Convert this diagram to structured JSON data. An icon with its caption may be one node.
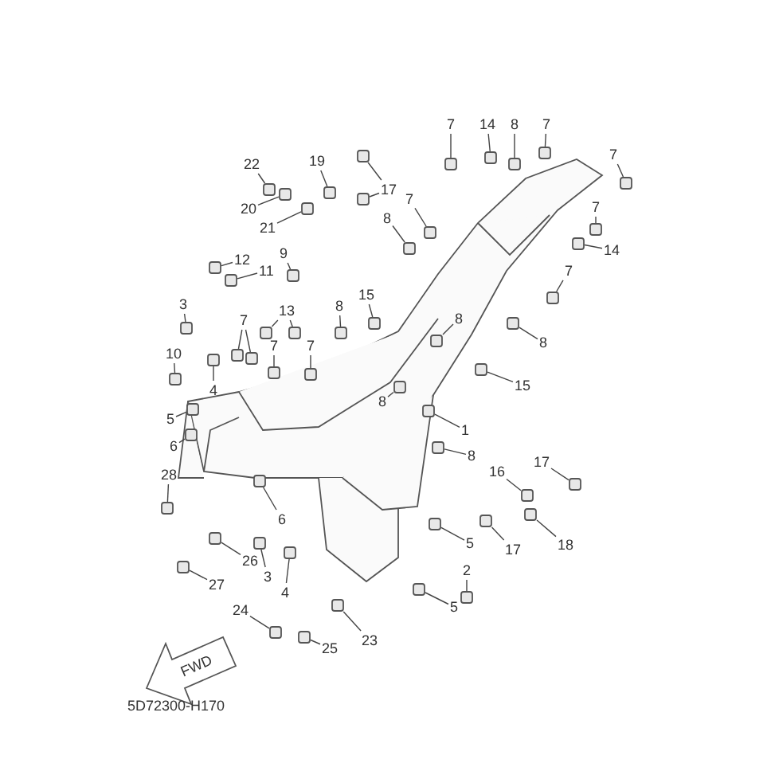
{
  "diagram": {
    "nodes": [
      {
        "text": [
          "7"
        ]
      },
      {
        "text": [
          "14"
        ]
      },
      {
        "text": [
          "8"
        ]
      },
      {
        "text": [
          "7"
        ]
      },
      {
        "text": [
          "22"
        ]
      },
      {
        "text": [
          "19"
        ]
      },
      {
        "text": [
          "7"
        ]
      },
      {
        "text": [
          "17"
        ]
      },
      {
        "text": [
          "20"
        ]
      },
      {
        "text": [
          "7"
        ]
      },
      {
        "text": [
          "7"
        ]
      },
      {
        "text": [
          "8"
        ]
      },
      {
        "text": [
          "21"
        ]
      },
      {
        "text": [
          "14"
        ]
      },
      {
        "text": [
          "9"
        ]
      },
      {
        "text": [
          "12"
        ]
      },
      {
        "text": [
          "11"
        ]
      },
      {
        "text": [
          "7"
        ]
      },
      {
        "text": [
          "15"
        ]
      },
      {
        "text": [
          "3"
        ]
      },
      {
        "text": [
          "13"
        ]
      },
      {
        "text": [
          "8"
        ]
      },
      {
        "text": [
          "8"
        ]
      },
      {
        "text": [
          "7"
        ]
      },
      {
        "text": [
          "7"
        ]
      },
      {
        "text": [
          "7"
        ]
      },
      {
        "text": [
          "8"
        ]
      },
      {
        "text": [
          "10"
        ]
      },
      {
        "text": [
          "15"
        ]
      },
      {
        "text": [
          "4"
        ]
      },
      {
        "text": [
          "8"
        ]
      },
      {
        "text": [
          "5"
        ]
      },
      {
        "text": [
          "1"
        ]
      },
      {
        "text": [
          "6"
        ]
      },
      {
        "text": [
          "8"
        ]
      },
      {
        "text": [
          "16"
        ]
      },
      {
        "text": [
          "17"
        ]
      },
      {
        "text": [
          "28"
        ]
      },
      {
        "text": [
          "6"
        ]
      },
      {
        "text": [
          "5"
        ]
      },
      {
        "text": [
          "17"
        ]
      },
      {
        "text": [
          "18"
        ]
      },
      {
        "text": [
          "26"
        ]
      },
      {
        "text": [
          "2"
        ]
      },
      {
        "text": [
          "3"
        ]
      },
      {
        "text": [
          "27"
        ]
      },
      {
        "text": [
          "4"
        ]
      },
      {
        "text": [
          "5"
        ]
      },
      {
        "text": [
          "24"
        ]
      },
      {
        "text": [
          "25"
        ]
      },
      {
        "text": [
          "23"
        ]
      },
      {
        "text": [],
        "shape": "box"
      },
      {
        "text": [],
        "shape": "box"
      },
      {
        "text": [],
        "shape": "box"
      },
      {
        "text": [],
        "shape": "box"
      },
      {
        "text": [],
        "shape": "box"
      },
      {
        "text": [],
        "shape": "box"
      },
      {
        "text": [],
        "shape": "box"
      },
      {
        "text": [],
        "shape": "box"
      },
      {
        "text": [],
        "shape": "box"
      },
      {
        "text": [],
        "shape": "box"
      },
      {
        "text": [],
        "shape": "box"
      },
      {
        "text": [],
        "shape": "box"
      },
      {
        "text": [],
        "shape": "box"
      },
      {
        "text": [],
        "shape": "box"
      },
      {
        "text": [],
        "shape": "box"
      },
      {
        "text": [],
        "shape": "box"
      },
      {
        "text": [],
        "shape": "box"
      },
      {
        "text": [],
        "shape": "box"
      },
      {
        "text": [],
        "shape": "box"
      },
      {
        "text": [],
        "shape": "box"
      },
      {
        "text": [],
        "shape": "box"
      },
      {
        "text": [],
        "shape": "box"
      },
      {
        "text": [],
        "shape": "box"
      },
      {
        "text": [],
        "shape": "box"
      },
      {
        "text": [],
        "shape": "box"
      },
      {
        "text": [],
        "shape": "box"
      },
      {
        "text": [],
        "shape": "box"
      },
      {
        "text": [],
        "shape": "box"
      },
      {
        "text": [],
        "shape": "box"
      },
      {
        "text": [],
        "shape": "box"
      },
      {
        "text": [],
        "shape": "box"
      },
      {
        "text": [],
        "shape": "box"
      },
      {
        "text": [],
        "shape": "box"
      },
      {
        "text": [],
        "shape": "box"
      },
      {
        "text": [],
        "shape": "box"
      },
      {
        "text": [],
        "shape": "box"
      },
      {
        "text": [],
        "shape": "box"
      },
      {
        "text": [],
        "shape": "box"
      },
      {
        "text": [],
        "shape": "box"
      },
      {
        "text": [],
        "shape": "box"
      },
      {
        "text": [],
        "shape": "box"
      },
      {
        "text": [],
        "shape": "box"
      },
      {
        "text": [],
        "shape": "box"
      },
      {
        "text": [],
        "shape": "box"
      },
      {
        "text": [],
        "shape": "box"
      },
      {
        "text": [],
        "shape": "box"
      },
      {
        "text": [],
        "shape": "box"
      },
      {
        "text": [],
        "shape": "box"
      },
      {
        "text": [],
        "shape": "box"
      },
      {
        "text": [],
        "shape": "box"
      },
      {
        "text": [],
        "shape": "box"
      },
      {
        "text": [],
        "shape": "box"
      },
      {
        "text": [],
        "shape": "box"
      },
      {
        "text": [],
        "shape": "box"
      }
    ],
    "edges": [
      {
        "from": 0,
        "to": 51,
        "arrow": "none"
      },
      {
        "from": 1,
        "to": 52,
        "arrow": "none"
      },
      {
        "from": 2,
        "to": 53,
        "arrow": "none"
      },
      {
        "from": 3,
        "to": 54,
        "arrow": "none"
      },
      {
        "from": 4,
        "to": 55,
        "arrow": "none"
      },
      {
        "from": 5,
        "to": 56,
        "arrow": "none"
      },
      {
        "from": 6,
        "to": 57,
        "arrow": "none"
      },
      {
        "from": 7,
        "to": 58,
        "arrow": "none"
      },
      {
        "from": 7,
        "to": 59,
        "arrow": "none"
      },
      {
        "from": 8,
        "to": 60,
        "arrow": "none"
      },
      {
        "from": 9,
        "to": 61,
        "arrow": "none"
      },
      {
        "from": 10,
        "to": 62,
        "arrow": "none"
      },
      {
        "from": 11,
        "to": 63,
        "arrow": "none"
      },
      {
        "from": 12,
        "to": 64,
        "arrow": "none"
      },
      {
        "from": 13,
        "to": 65,
        "arrow": "none"
      },
      {
        "from": 14,
        "to": 66,
        "arrow": "none"
      },
      {
        "from": 15,
        "to": 67,
        "arrow": "none"
      },
      {
        "from": 16,
        "to": 68,
        "arrow": "none"
      },
      {
        "from": 17,
        "to": 69,
        "arrow": "none"
      },
      {
        "from": 18,
        "to": 70,
        "arrow": "none"
      },
      {
        "from": 19,
        "to": 71,
        "arrow": "none"
      },
      {
        "from": 20,
        "to": 72,
        "arrow": "none"
      },
      {
        "from": 20,
        "to": 73,
        "arrow": "none"
      },
      {
        "from": 21,
        "to": 74,
        "arrow": "none"
      },
      {
        "from": 22,
        "to": 75,
        "arrow": "none"
      },
      {
        "from": 23,
        "to": 76,
        "arrow": "none"
      },
      {
        "from": 23,
        "to": 77,
        "arrow": "none"
      },
      {
        "from": 24,
        "to": 78,
        "arrow": "none"
      },
      {
        "from": 25,
        "to": 79,
        "arrow": "none"
      },
      {
        "from": 26,
        "to": 80,
        "arrow": "none"
      },
      {
        "from": 27,
        "to": 81,
        "arrow": "none"
      },
      {
        "from": 28,
        "to": 82,
        "arrow": "none"
      },
      {
        "from": 29,
        "to": 83,
        "arrow": "none"
      },
      {
        "from": 30,
        "to": 84,
        "arrow": "none"
      },
      {
        "from": 31,
        "to": 85,
        "arrow": "none"
      },
      {
        "from": 32,
        "to": 86,
        "arrow": "none"
      },
      {
        "from": 33,
        "to": 87,
        "arrow": "none"
      },
      {
        "from": 34,
        "to": 88,
        "arrow": "none"
      },
      {
        "from": 35,
        "to": 89,
        "arrow": "none"
      },
      {
        "from": 36,
        "to": 90,
        "arrow": "none"
      },
      {
        "from": 37,
        "to": 91,
        "arrow": "none"
      },
      {
        "from": 38,
        "to": 92,
        "arrow": "none"
      },
      {
        "from": 39,
        "to": 93,
        "arrow": "none"
      },
      {
        "from": 40,
        "to": 94,
        "arrow": "none"
      },
      {
        "from": 41,
        "to": 95,
        "arrow": "none"
      },
      {
        "from": 42,
        "to": 96,
        "arrow": "none"
      },
      {
        "from": 43,
        "to": 97,
        "arrow": "none"
      },
      {
        "from": 44,
        "to": 98,
        "arrow": "none"
      },
      {
        "from": 45,
        "to": 99,
        "arrow": "none"
      },
      {
        "from": 46,
        "to": 100,
        "arrow": "none"
      },
      {
        "from": 47,
        "to": 101,
        "arrow": "none"
      },
      {
        "from": 48,
        "to": 102,
        "arrow": "none"
      },
      {
        "from": 49,
        "to": 103,
        "arrow": "none"
      },
      {
        "from": 50,
        "to": 104,
        "arrow": "none"
      }
    ],
    "labels": [
      "FWD",
      "5D72300-H170"
    ]
  }
}
